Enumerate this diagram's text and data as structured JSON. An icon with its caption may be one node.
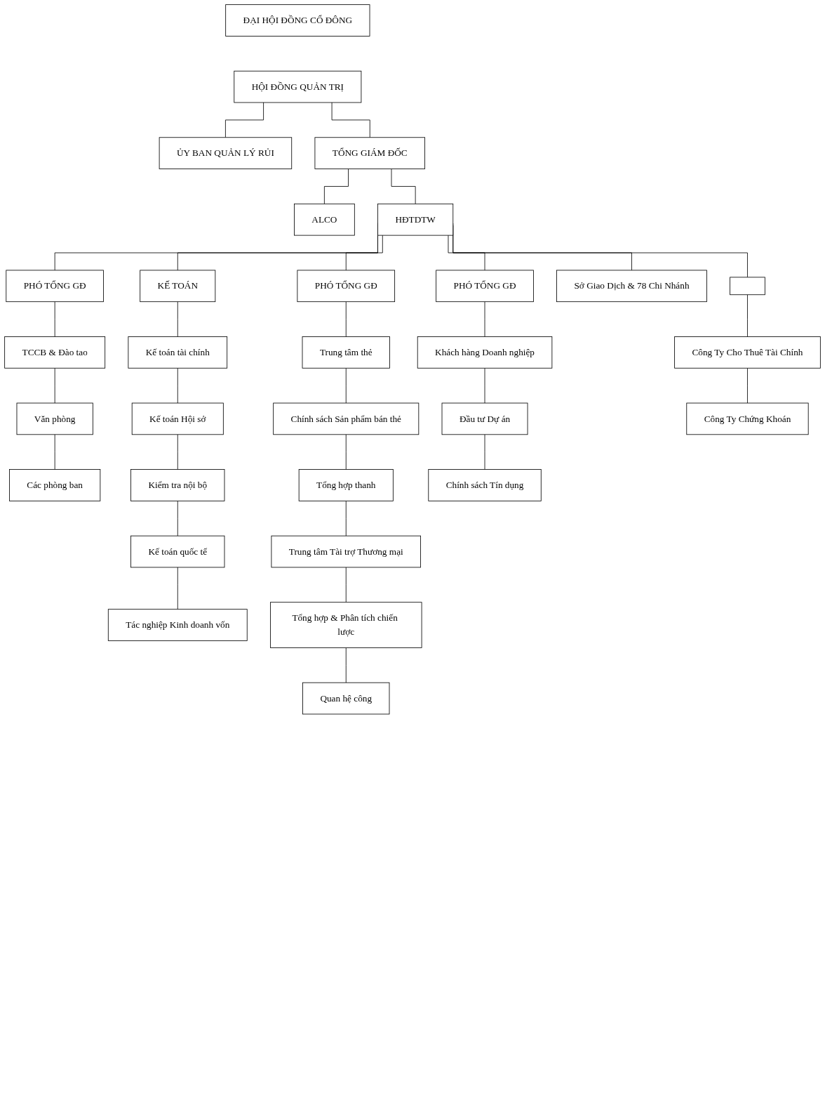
{
  "diagram": {
    "nodes": [
      {
        "text": [
          "ĐẠI HỘI ĐỒNG CỔ ĐÔNG"
        ]
      },
      {
        "text": [
          "HỘI ĐỒNG QUẢN TRỊ"
        ]
      },
      {
        "text": [
          "ỦY BAN QUẢN LÝ RỦI"
        ]
      },
      {
        "text": [
          "TỔNG GIÁM ĐỐC"
        ]
      },
      {
        "text": [
          "ALCO"
        ]
      },
      {
        "text": [
          "HĐTDTW"
        ]
      },
      {
        "text": [
          "PHÓ TỔNG GĐ"
        ]
      },
      {
        "text": [
          "TCCB & Đào tao"
        ]
      },
      {
        "text": [
          "Văn phòng"
        ]
      },
      {
        "text": [
          "Các phòng ban"
        ]
      },
      {
        "text": [
          "KẾ TOÁN"
        ]
      },
      {
        "text": [
          "Kế toán tài chính"
        ]
      },
      {
        "text": [
          "Kế toán Hội sở"
        ]
      },
      {
        "text": [
          "Kiểm tra nội bộ"
        ]
      },
      {
        "text": [
          "Kế toán quốc tế"
        ]
      },
      {
        "text": [
          "Tác nghiệp Kinh doanh vốn"
        ]
      },
      {
        "text": [
          "PHÓ TỔNG GĐ"
        ]
      },
      {
        "text": [
          "Trung tâm thẻ"
        ]
      },
      {
        "text": [
          "Chính sách Sản phẩm bán thẻ"
        ]
      },
      {
        "text": [
          "Tổng hợp thanh"
        ]
      },
      {
        "text": [
          "Trung tâm Tài trợ Thương mại"
        ]
      },
      {
        "text": [
          "Tổng hợp & Phân tích chiến lược"
        ]
      },
      {
        "text": [
          "Quan hệ công"
        ]
      },
      {
        "text": [
          "PHÓ TỔNG GĐ"
        ]
      },
      {
        "text": [
          "Khách hàng Doanh nghiệp"
        ]
      },
      {
        "text": [
          "Đầu tư Dự án"
        ]
      },
      {
        "text": [
          "Chính sách Tín dụng"
        ]
      },
      {
        "text": [
          "Sở Giao Dịch & 78 Chi Nhánh"
        ]
      },
      {
        "text": [],
        "shape": "box"
      },
      {
        "text": [
          "Công Ty Cho Thuê Tài Chính"
        ]
      },
      {
        "text": [
          "Công Ty Chứng Khoán"
        ]
      }
    ],
    "edges": [
      {
        "from": 1,
        "to": 2,
        "arrow": "none"
      },
      {
        "from": 1,
        "to": 3,
        "arrow": "none"
      },
      {
        "from": 3,
        "to": 4,
        "arrow": "none"
      },
      {
        "from": 3,
        "to": 5,
        "arrow": "none"
      },
      {
        "from": 5,
        "to": 6,
        "arrow": "none"
      },
      {
        "from": 5,
        "to": 10,
        "arrow": "none"
      },
      {
        "from": 5,
        "to": 16,
        "arrow": "none"
      },
      {
        "from": 5,
        "to": 23,
        "arrow": "none"
      },
      {
        "from": 5,
        "to": 27,
        "arrow": "none"
      },
      {
        "from": 5,
        "to": 28,
        "arrow": "none"
      },
      {
        "from": 6,
        "to": 7,
        "arrow": "none"
      },
      {
        "from": 7,
        "to": 8,
        "arrow": "none"
      },
      {
        "from": 8,
        "to": 9,
        "arrow": "none"
      },
      {
        "from": 10,
        "to": 11,
        "arrow": "none"
      },
      {
        "from": 11,
        "to": 12,
        "arrow": "none"
      },
      {
        "from": 12,
        "to": 13,
        "arrow": "none"
      },
      {
        "from": 13,
        "to": 14,
        "arrow": "none"
      },
      {
        "from": 14,
        "to": 15,
        "arrow": "none"
      },
      {
        "from": 16,
        "to": 17,
        "arrow": "none"
      },
      {
        "from": 17,
        "to": 18,
        "arrow": "none"
      },
      {
        "from": 18,
        "to": 19,
        "arrow": "none"
      },
      {
        "from": 19,
        "to": 20,
        "arrow": "none"
      },
      {
        "from": 20,
        "to": 21,
        "arrow": "none"
      },
      {
        "from": 21,
        "to": 22,
        "arrow": "none"
      },
      {
        "from": 23,
        "to": 24,
        "arrow": "none"
      },
      {
        "from": 24,
        "to": 25,
        "arrow": "none"
      },
      {
        "from": 25,
        "to": 26,
        "arrow": "none"
      },
      {
        "from": 28,
        "to": 29,
        "arrow": "none"
      },
      {
        "from": 29,
        "to": 30,
        "arrow": "none"
      }
    ]
  }
}
